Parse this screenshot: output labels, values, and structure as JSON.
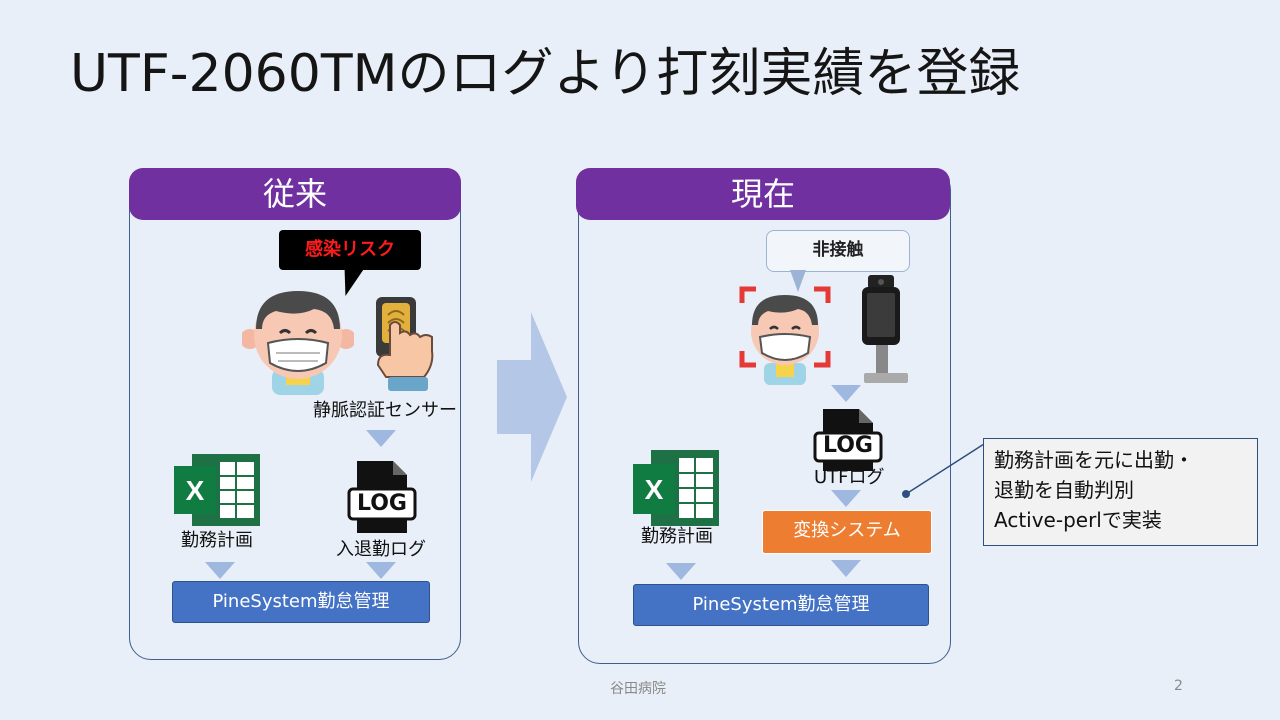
{
  "title": "UTF-2060TMのログより打刻実績を登録",
  "before": {
    "header": "従来",
    "risk_label": "感染リスク",
    "sensor_label": "静脈認証センサー",
    "schedule_label": "勤務計画",
    "log_label": "入退勤ログ",
    "log_icon_text": "LOG",
    "system_label": "PineSystem勤怠管理"
  },
  "after": {
    "header": "現在",
    "contactless_label": "非接触",
    "utf_log_label": "UTFログ",
    "log_icon_text": "LOG",
    "schedule_label": "勤務計画",
    "convert_label": "変換システム",
    "system_label": "PineSystem勤怠管理"
  },
  "note": {
    "line1": "勤務計画を元に出勤・",
    "line2": "退勤を自動判別",
    "line3": "Active-perlで実装"
  },
  "footer": {
    "center": "谷田病院",
    "page": "2"
  },
  "colors": {
    "header_purple": "#7030a0",
    "button_blue": "#4472c4",
    "button_orange": "#ed7d31",
    "excel_green": "#1e7145",
    "background": "#e9eff8"
  },
  "icons": [
    "person-mask-icon",
    "fingerprint-hand-icon",
    "excel-icon",
    "log-file-icon",
    "face-recognition-icon",
    "thermal-terminal-icon",
    "big-arrow-icon"
  ]
}
